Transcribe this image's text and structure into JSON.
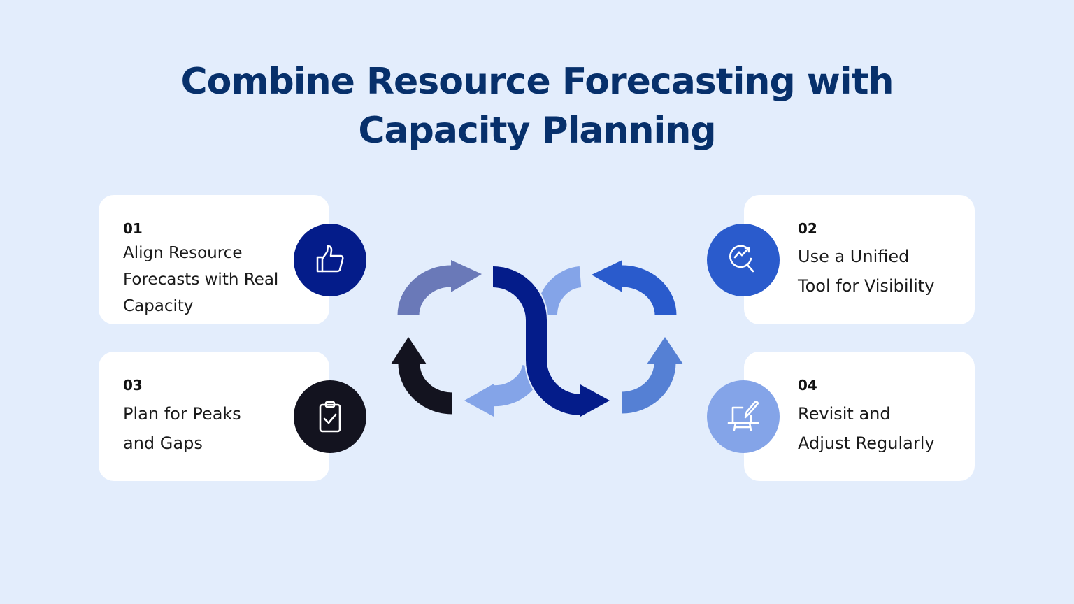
{
  "title": {
    "line1": "Combine Resource Forecasting with",
    "line2": "Capacity Planning"
  },
  "steps": [
    {
      "number": "01",
      "lines": [
        "Align Resource",
        "Forecasts with Real",
        "Capacity"
      ],
      "icon": "thumbs-up-icon",
      "color": "#041c8a"
    },
    {
      "number": "02",
      "lines": [
        "Use a Unified",
        "Tool for Visibility"
      ],
      "icon": "search-analytics-icon",
      "color": "#2a5bcc"
    },
    {
      "number": "03",
      "lines": [
        "Plan for Peaks",
        "and Gaps"
      ],
      "icon": "clipboard-check-icon",
      "color": "#13131f"
    },
    {
      "number": "04",
      "lines": [
        "Revisit and",
        "Adjust Regularly"
      ],
      "icon": "presentation-edit-icon",
      "color": "#84a4e8"
    }
  ],
  "colors": {
    "background": "#e3edfc",
    "title": "#07306b",
    "arrow_purple": "#6a79b8",
    "arrow_navy": "#041c8a",
    "arrow_light": "#84a4e8",
    "arrow_blue": "#2a5bcc",
    "arrow_mid": "#5580d4",
    "arrow_dark": "#13131f"
  }
}
